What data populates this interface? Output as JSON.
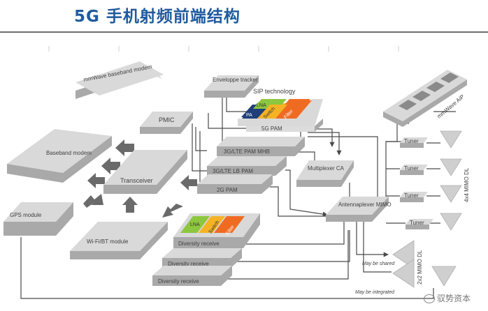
{
  "title": "5G 手机射频前端结构",
  "watermark": "驭势资本",
  "blocks": {
    "mmwave_baseband": "mmWave baseband modem",
    "envelope_tracker": "Enveloppe tracker",
    "sip_technology": "SIP technology",
    "pmic": "PMIC",
    "baseband": "Baseband modem",
    "transceiver": "Transceiver",
    "gps": "GPS module",
    "wifi_bt": "Wi-Fi/BT module",
    "pam_5g": "5G PAM",
    "pam_3g_lte_mhb": "3G/LTE PAM MHB",
    "pam_3g_lte_lb": "3G/LTE LB PAM",
    "pam_2g": "2G PAM",
    "multiplexer": "Multiplexer CA",
    "antennaplexer": "Antennaplexer MIMO",
    "diversity_receive": "Diversity receive",
    "mmwave_aip": "mmWave AiP",
    "tuner": "Tuner"
  },
  "chips": {
    "lna": "LNA",
    "pa": "PA",
    "switch": "Switch",
    "filter": "Filter"
  },
  "annotations": {
    "mimo_4x4": "4x4 MIMO DL",
    "mimo_2x2": "2x2 MIMO DL",
    "may_be_shared": "May be shared",
    "may_be_integrated": "May be integrated"
  },
  "colors": {
    "title": "#1f5a9e",
    "lna": "#8dc63f",
    "pa": "#1f3f7a",
    "switch": "#f5b324",
    "filter": "#f06b22",
    "block_top": "#d9d9d9",
    "block_side": "#a9a9a9",
    "arrow": "#6a6a6a"
  }
}
